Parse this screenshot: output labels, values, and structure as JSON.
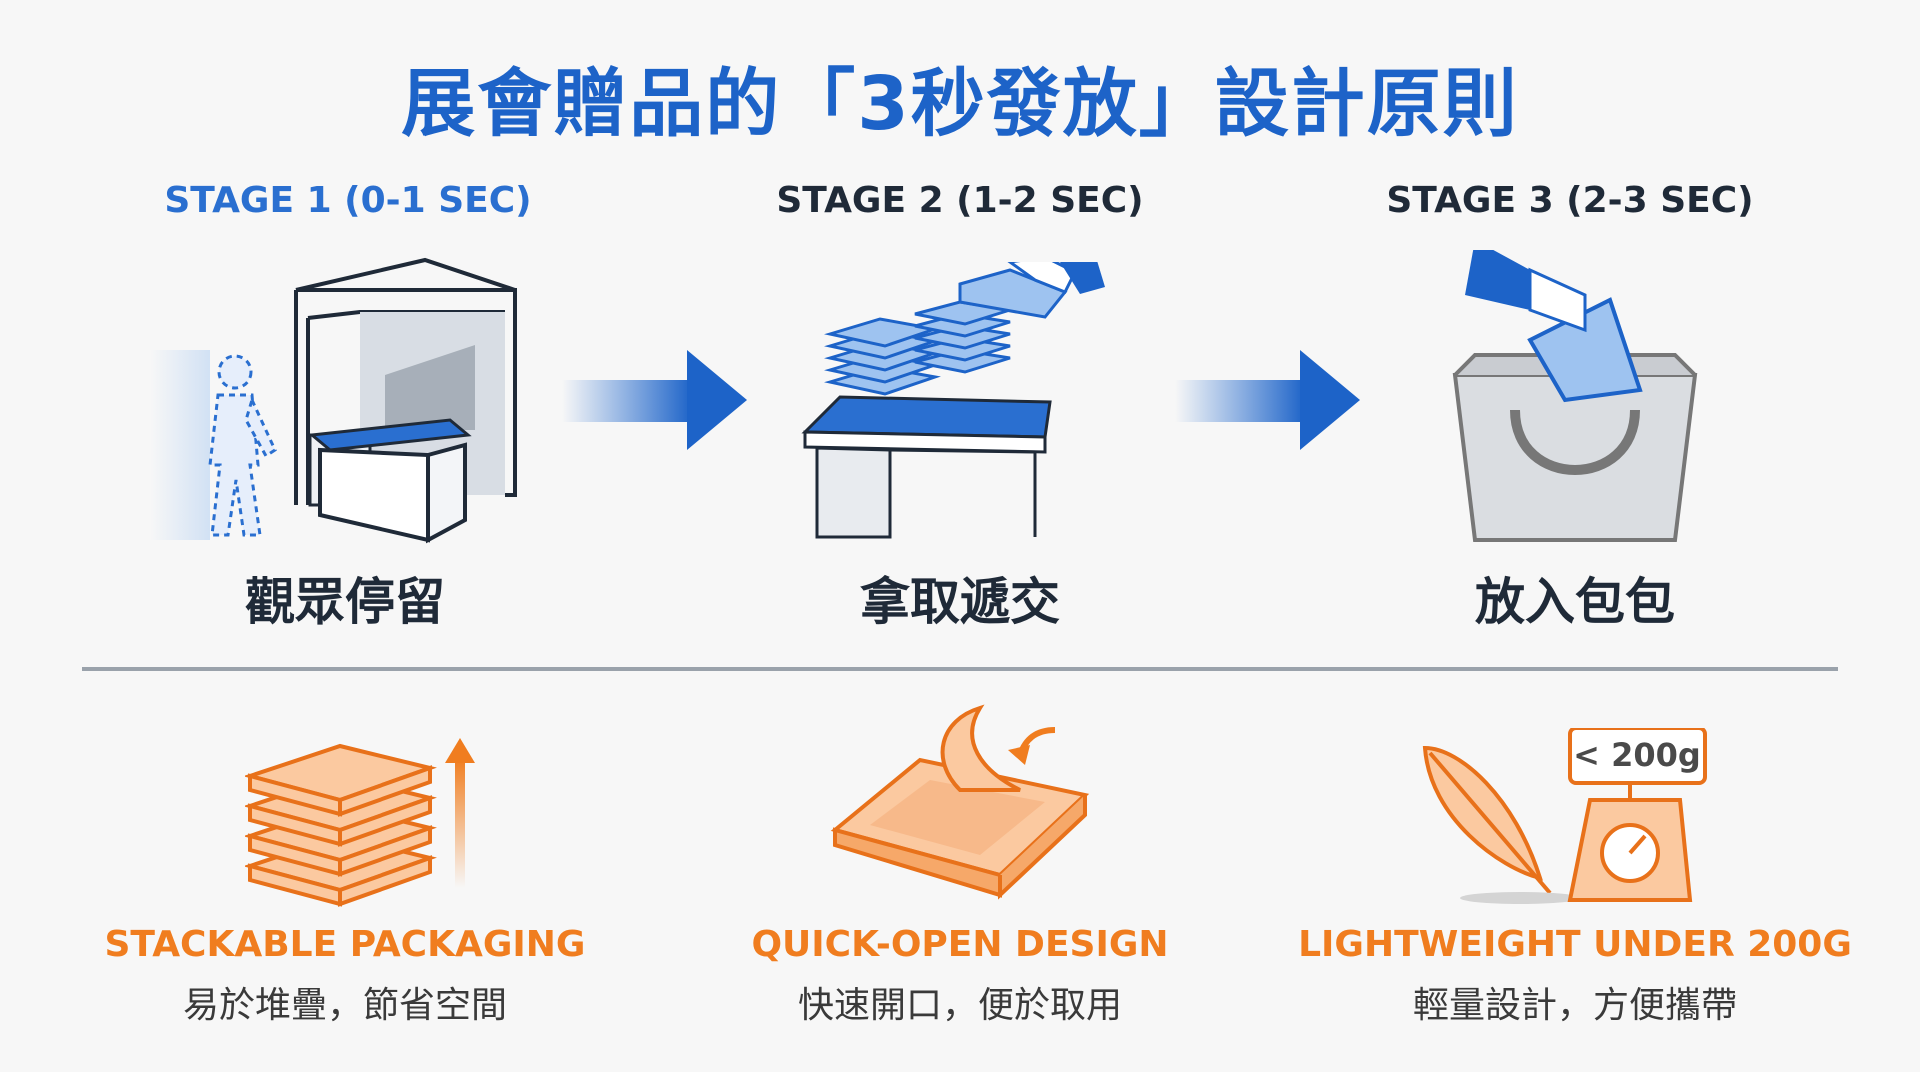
{
  "title": "展會贈品的「3秒發放」設計原則",
  "colors": {
    "blue": "#1d63c8",
    "orange": "#f07d1f",
    "dark": "#1f2a38",
    "gray": "#9aa2ab"
  },
  "stages": [
    {
      "label": "STAGE 1 (0-1 SEC)",
      "caption": "觀眾停留",
      "icon": "booth-visitor-icon"
    },
    {
      "label": "STAGE 2 (1-2 SEC)",
      "caption": "拿取遞交",
      "icon": "hand-giving-gift-icon"
    },
    {
      "label": "STAGE 3 (2-3 SEC)",
      "caption": "放入包包",
      "icon": "tote-bag-icon"
    }
  ],
  "features": [
    {
      "title": "STACKABLE PACKAGING",
      "desc": "易於堆疊，節省空間",
      "icon": "stacked-boxes-icon"
    },
    {
      "title": "QUICK-OPEN DESIGN",
      "desc": "快速開口，便於取用",
      "icon": "peel-open-package-icon"
    },
    {
      "title": "LIGHTWEIGHT UNDER 200G",
      "desc": "輕量設計，方便攜帶",
      "icon": "feather-scale-icon",
      "weight_tag": "< 200g"
    }
  ]
}
